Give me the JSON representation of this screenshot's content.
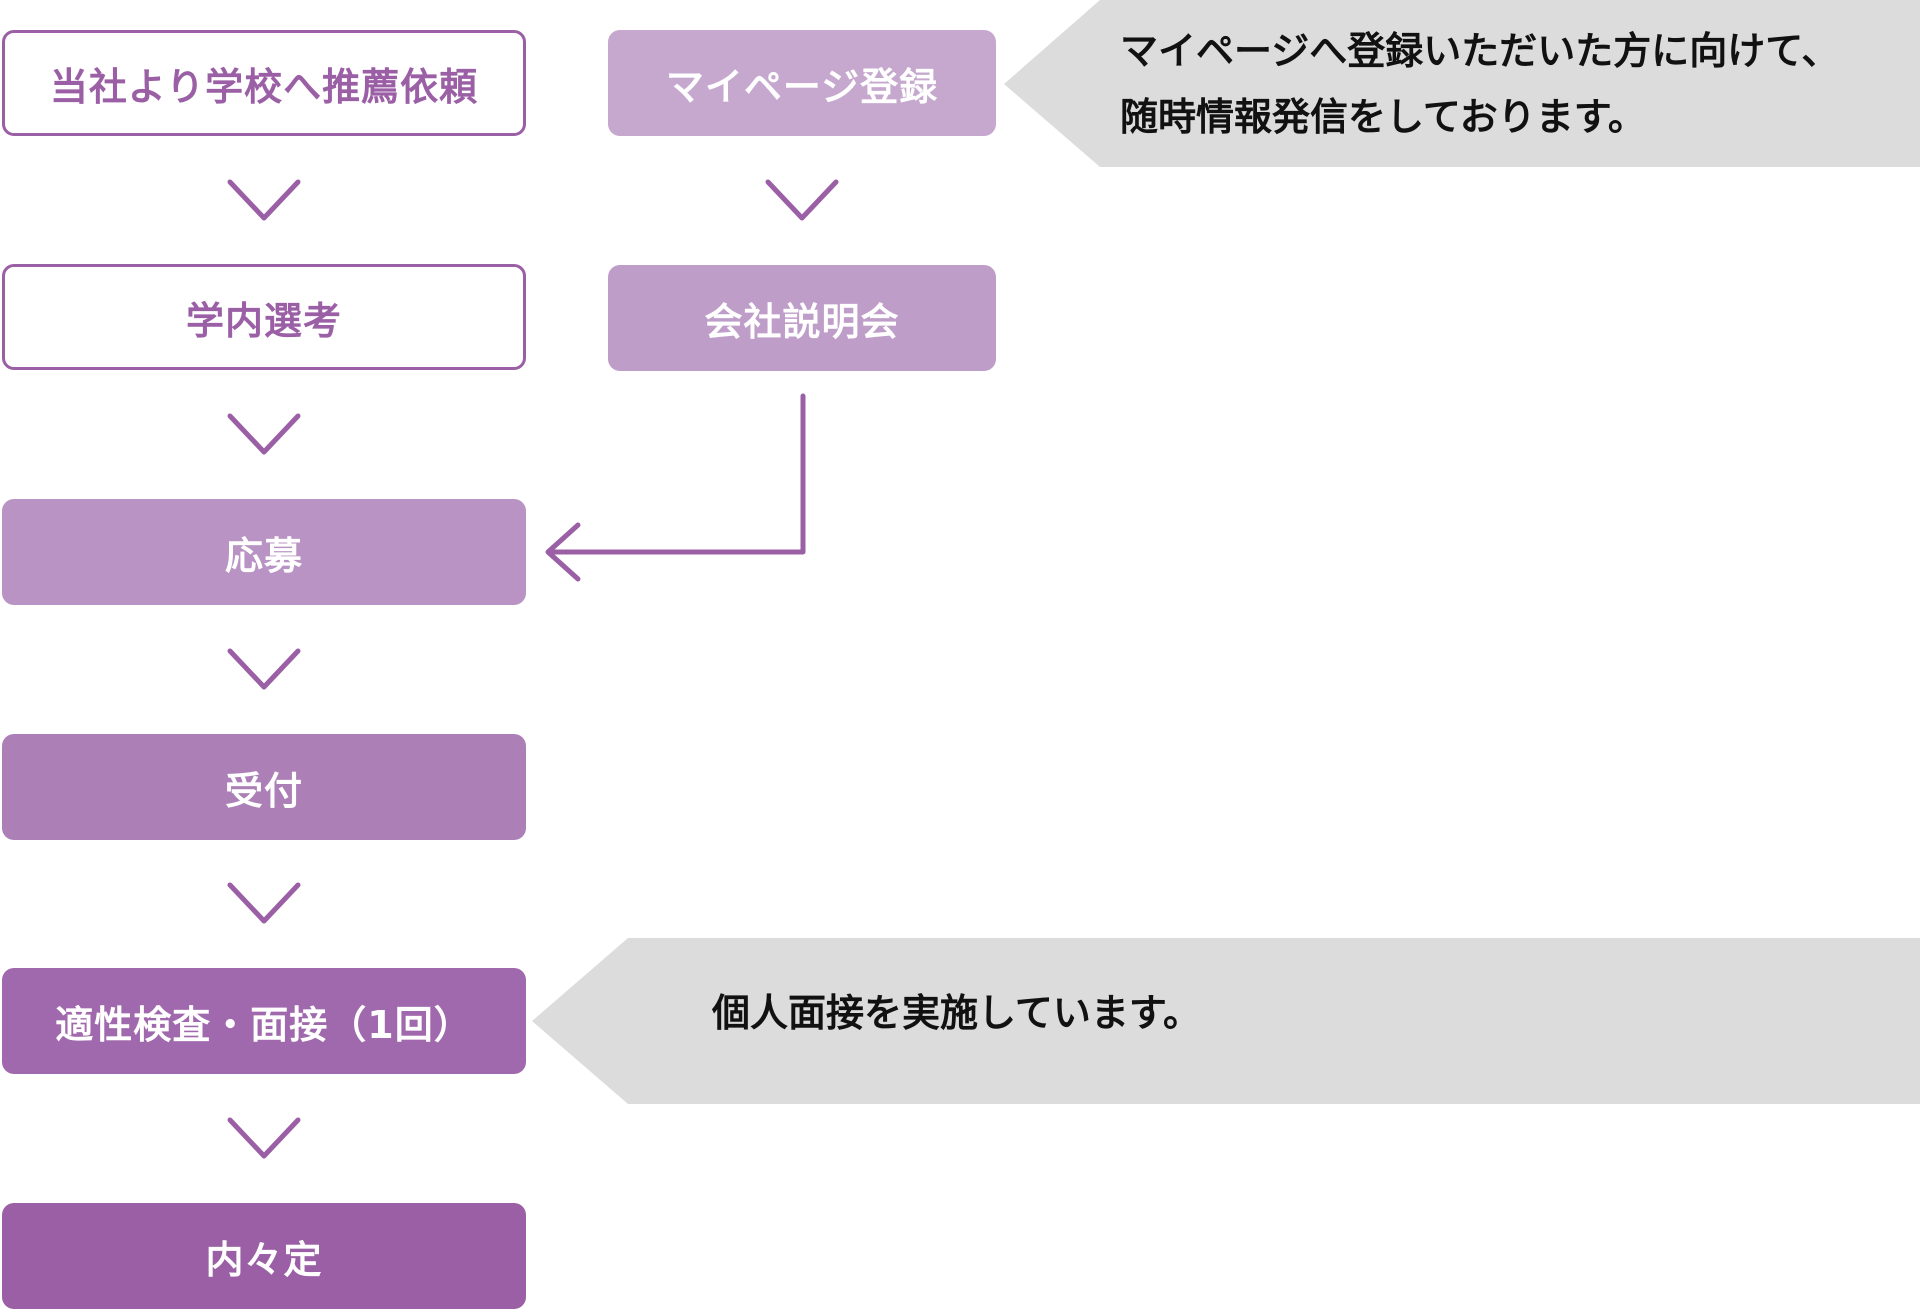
{
  "flow": {
    "left": [
      {
        "label": "当社より学校へ推薦依頼",
        "style": "outline"
      },
      {
        "label": "学内選考",
        "style": "outline"
      },
      {
        "label": "応募",
        "style": "filled",
        "color": "#b893c3"
      },
      {
        "label": "受付",
        "style": "filled",
        "color": "#ac7fb7"
      },
      {
        "label": "適性検査・面接（1回）",
        "style": "filled",
        "color": "#a169ad"
      },
      {
        "label": "内々定",
        "style": "filled",
        "color": "#9a5fa4"
      }
    ],
    "right": [
      {
        "label": "マイページ登録",
        "style": "filled",
        "color": "#c6a8cf"
      },
      {
        "label": "会社説明会",
        "style": "filled",
        "color": "#bf9dc9"
      }
    ]
  },
  "callouts": {
    "mypage_note_line1": "マイページへ登録いただいた方に向けて、",
    "mypage_note_line2": "随時情報発信をしております。",
    "interview_note": "個人面接を実施しています。"
  },
  "colors": {
    "accent": "#9b5fa6",
    "callout_bg": "#dcdcdc"
  }
}
